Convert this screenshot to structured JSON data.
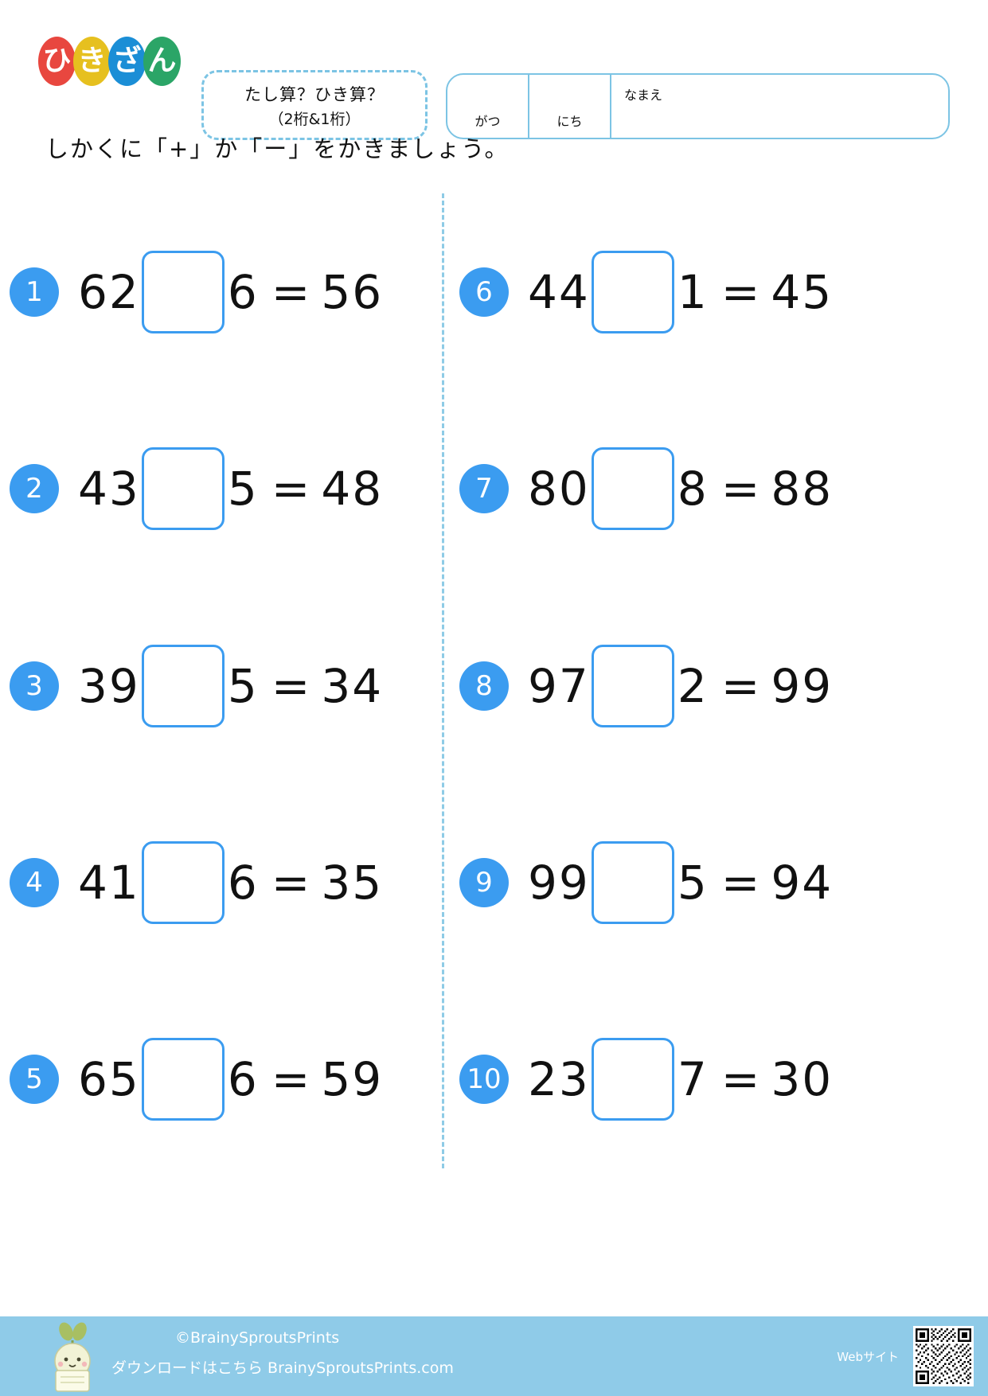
{
  "header": {
    "logo_text": "ひきざん",
    "logo_chars": [
      "ひ",
      "き",
      "ざ",
      "ん"
    ],
    "logo_colors": [
      "#e8473f",
      "#e6c01f",
      "#1b8ed6",
      "#2ba567"
    ],
    "title_line1": "たし算？ひき算？",
    "title_line2": "（2桁&1桁）",
    "date_name_box": {
      "month_label": "がつ",
      "day_label": "にち",
      "name_label": "なまえ",
      "month_value": "",
      "day_value": "",
      "name_value": ""
    }
  },
  "instruction": "しかくに「+」か「ー」をかきましょう。",
  "accent_color": "#3b9cf0",
  "divider_color": "#8ecbe6",
  "footer_bg": "#8fcbe8",
  "problems_left": [
    {
      "number": "1",
      "operand_a": "62",
      "operator": "",
      "operand_b": "6",
      "equals": "=",
      "result": "56"
    },
    {
      "number": "2",
      "operand_a": "43",
      "operator": "",
      "operand_b": "5",
      "equals": "=",
      "result": "48"
    },
    {
      "number": "3",
      "operand_a": "39",
      "operator": "",
      "operand_b": "5",
      "equals": "=",
      "result": "34"
    },
    {
      "number": "4",
      "operand_a": "41",
      "operator": "",
      "operand_b": "6",
      "equals": "=",
      "result": "35"
    },
    {
      "number": "5",
      "operand_a": "65",
      "operator": "",
      "operand_b": "6",
      "equals": "=",
      "result": "59"
    }
  ],
  "problems_right": [
    {
      "number": "6",
      "operand_a": "44",
      "operator": "",
      "operand_b": "1",
      "equals": "=",
      "result": "45"
    },
    {
      "number": "7",
      "operand_a": "80",
      "operator": "",
      "operand_b": "8",
      "equals": "=",
      "result": "88"
    },
    {
      "number": "8",
      "operand_a": "97",
      "operator": "",
      "operand_b": "2",
      "equals": "=",
      "result": "99"
    },
    {
      "number": "9",
      "operand_a": "99",
      "operator": "",
      "operand_b": "5",
      "equals": "=",
      "result": "94"
    },
    {
      "number": "10",
      "operand_a": "23",
      "operator": "",
      "operand_b": "7",
      "equals": "=",
      "result": "30"
    }
  ],
  "footer": {
    "copyright": "©BrainySproutsPrints",
    "download_text": "ダウンロードはこちら BrainySproutsPrints.com",
    "web_label": "Webサイト"
  }
}
